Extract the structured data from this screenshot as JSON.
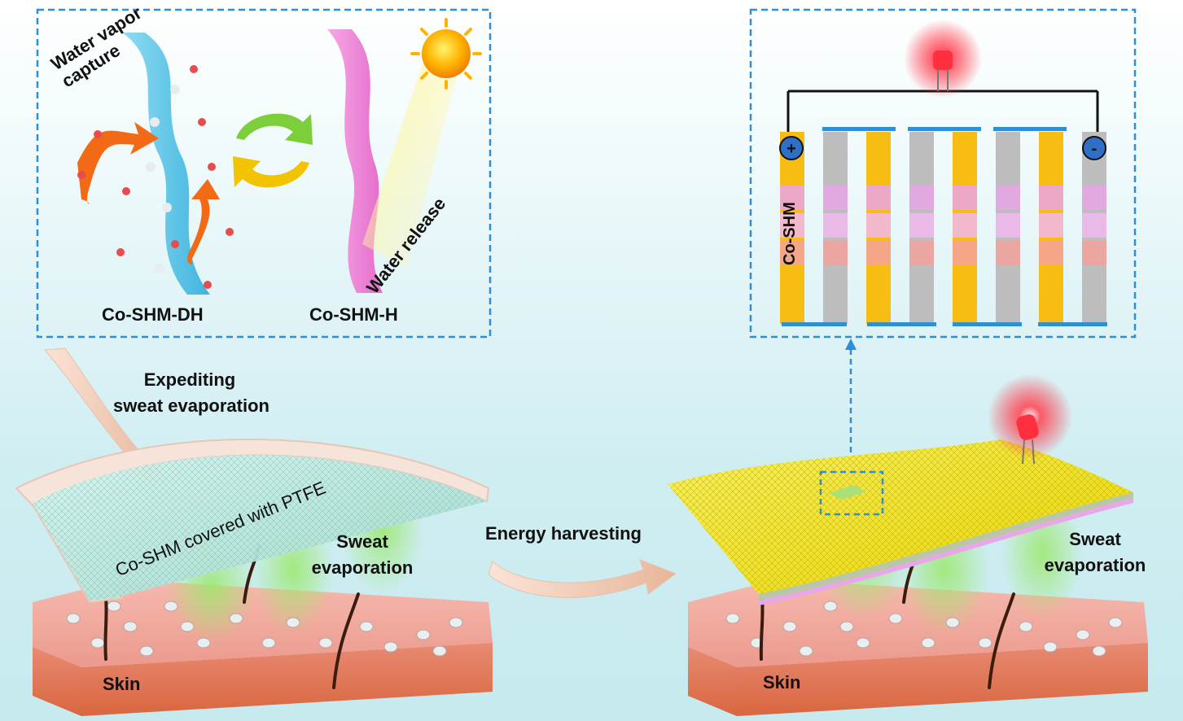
{
  "labels": {
    "water_vapor_capture": "Water vapor capture",
    "water_release": "Water release",
    "co_shm_dh": "Co-SHM-DH",
    "co_shm_h": "Co-SHM-H",
    "expediting": "Expediting",
    "sweat_evaporation_expedite": "sweat evaporation",
    "co_shm_ptfe": "Co-SHM covered with PTFE",
    "sweat_left": "Sweat",
    "evaporation_left": "evaporation",
    "energy_harvesting": "Energy harvesting",
    "sweat_right": "Sweat",
    "evaporation_right": "evaporation",
    "skin_left": "Skin",
    "skin_right": "Skin",
    "co_shm_vertical": "Co-SHM",
    "plus": "+",
    "minus": "-"
  },
  "colors": {
    "dashed_box": "#2f8fd6",
    "blue_membrane": "#5cc4e6",
    "pink_membrane": "#f07fd6",
    "yellow_stripe": "#f7bd12",
    "gray_stripe": "#bdbdbd",
    "pink_stripe": "#e9a6e8",
    "salmon_stripe": "#f3a29c",
    "skin": "#e9958a",
    "led": "#ff2f3d"
  },
  "icons": [
    "sun-icon",
    "cycle-arrows-icon",
    "led-icon",
    "water-molecule-icon",
    "orange-swirl-arrow-icon"
  ]
}
